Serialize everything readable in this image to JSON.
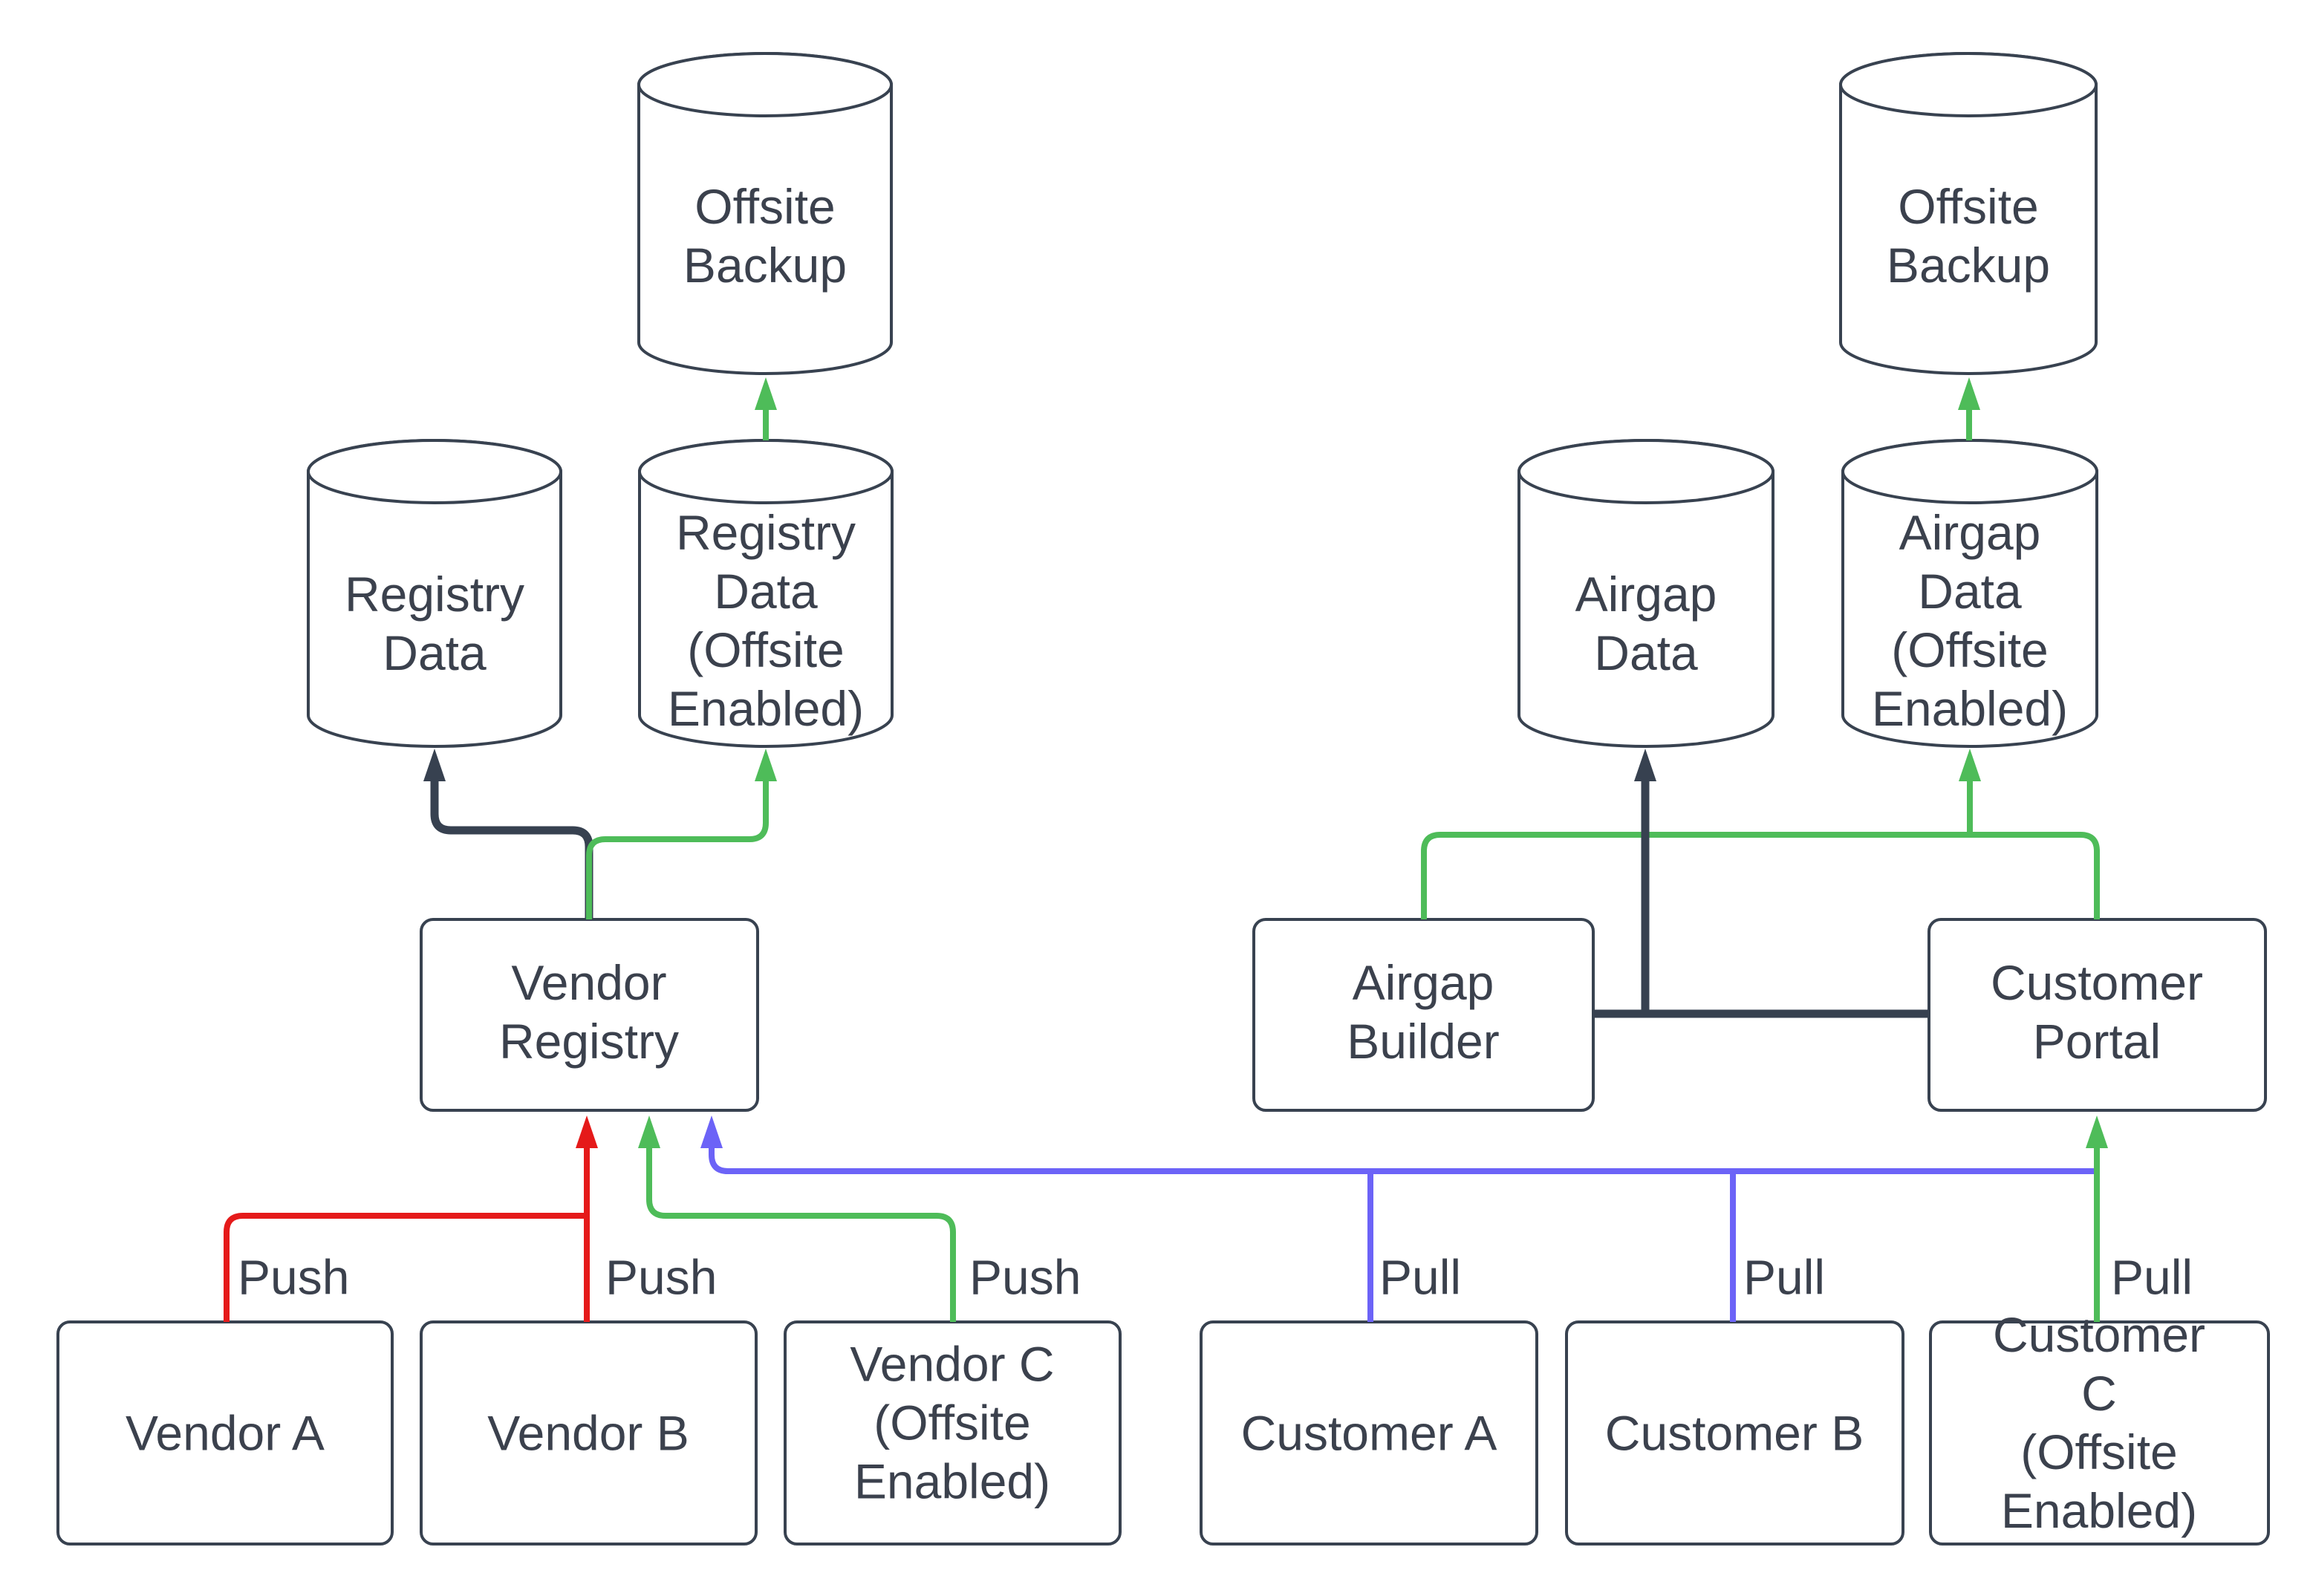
{
  "diagram": {
    "background": "#ffffff",
    "colors": {
      "node_outline": "#384250",
      "node_fill": "#ffffff",
      "text": "#3b414d",
      "edge_dark": "#374150",
      "edge_red": "#e51a1a",
      "edge_green": "#4ebc59",
      "edge_blue": "#6c63f7"
    },
    "nodes": {
      "offsite_backup_left": {
        "shape": "cylinder",
        "label": [
          "Offsite",
          "Backup"
        ]
      },
      "registry_data": {
        "shape": "cylinder",
        "label": [
          "Registry",
          "Data"
        ]
      },
      "registry_data_offsite": {
        "shape": "cylinder",
        "label": [
          "Registry",
          "Data",
          "(Offsite",
          "Enabled)"
        ]
      },
      "vendor_registry": {
        "shape": "rect",
        "label": [
          "Vendor",
          "Registry"
        ]
      },
      "vendor_a": {
        "shape": "rect",
        "label": [
          "Vendor A"
        ]
      },
      "vendor_b": {
        "shape": "rect",
        "label": [
          "Vendor B"
        ]
      },
      "vendor_c": {
        "shape": "rect",
        "label": [
          "Vendor C",
          "(Offsite",
          "Enabled)"
        ]
      },
      "offsite_backup_right": {
        "shape": "cylinder",
        "label": [
          "Offsite",
          "Backup"
        ]
      },
      "airgap_data": {
        "shape": "cylinder",
        "label": [
          "Airgap",
          "Data"
        ]
      },
      "airgap_data_offsite": {
        "shape": "cylinder",
        "label": [
          "Airgap",
          "Data",
          "(Offsite",
          "Enabled)"
        ]
      },
      "airgap_builder": {
        "shape": "rect",
        "label": [
          "Airgap",
          "Builder"
        ]
      },
      "customer_portal": {
        "shape": "rect",
        "label": [
          "Customer",
          "Portal"
        ]
      },
      "customer_a": {
        "shape": "rect",
        "label": [
          "Customer A"
        ]
      },
      "customer_b": {
        "shape": "rect",
        "label": [
          "Customer B"
        ]
      },
      "customer_c": {
        "shape": "rect",
        "label": [
          "Customer C",
          "(Offsite",
          "Enabled)"
        ]
      }
    },
    "edge_labels": {
      "vendor_a_push": "Push",
      "vendor_b_push": "Push",
      "vendor_c_push": "Push",
      "customer_a_pull": "Pull",
      "customer_b_pull": "Pull",
      "customer_c_pull": "Pull"
    }
  }
}
